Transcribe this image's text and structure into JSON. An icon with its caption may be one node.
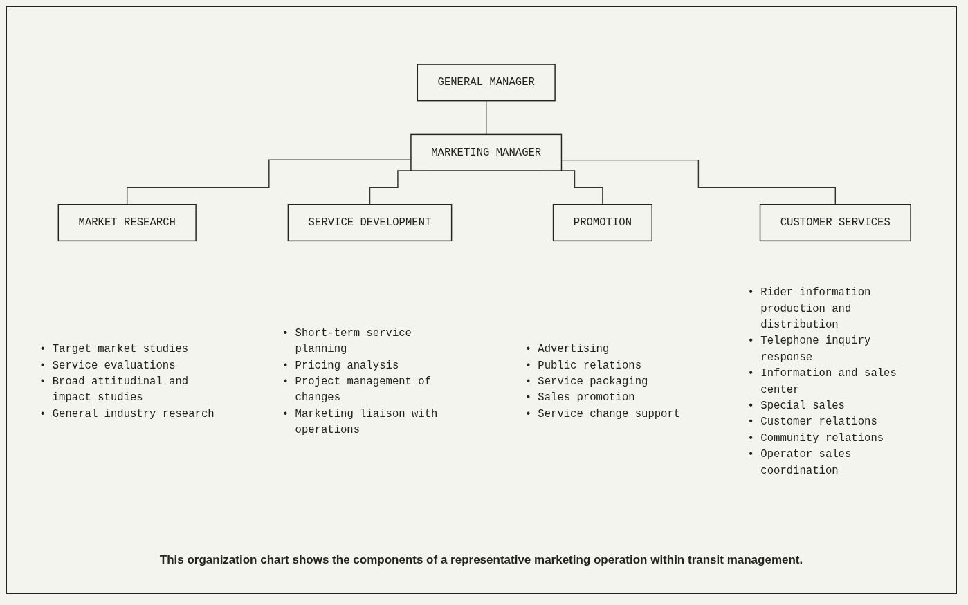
{
  "diagram": {
    "caption": "This organization chart shows the components of a representative marketing operation within transit management.",
    "nodes": [
      {
        "text": [
          "GENERAL MANAGER"
        ]
      },
      {
        "text": [
          "MARKETING MANAGER"
        ]
      },
      {
        "text": [
          "MARKET RESEARCH"
        ],
        "beside": [
          "• Target market studies",
          "• Service evaluations",
          "• Broad attitudinal and impact studies",
          "• General industry research"
        ]
      },
      {
        "text": [
          "SERVICE DEVELOPMENT"
        ],
        "beside": [
          "• Short-term service planning",
          "• Pricing analysis",
          "• Project management of changes",
          "• Marketing liaison with operations"
        ]
      },
      {
        "text": [
          "PROMOTION"
        ],
        "beside": [
          "• Advertising",
          "• Public relations",
          "• Service packaging",
          "• Sales promotion",
          "• Service change support"
        ]
      },
      {
        "text": [
          "CUSTOMER SERVICES"
        ],
        "beside": [
          "• Rider information production and distribution",
          "• Telephone inquiry response",
          "• Information and sales center",
          "• Special sales",
          "• Customer relations",
          "• Community relations",
          "• Operator sales coordination"
        ]
      }
    ],
    "edges": [
      {
        "from": 0,
        "to": 1,
        "arrow": "none"
      },
      {
        "from": 1,
        "to": 2,
        "arrow": "none"
      },
      {
        "from": 1,
        "to": 3,
        "arrow": "none"
      },
      {
        "from": 1,
        "to": 4,
        "arrow": "none"
      },
      {
        "from": 1,
        "to": 5,
        "arrow": "none"
      }
    ]
  }
}
